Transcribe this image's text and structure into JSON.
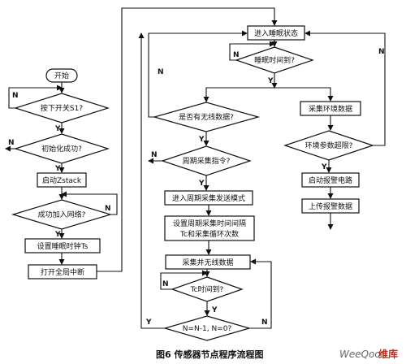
{
  "diagram": {
    "nodes": {
      "start": "开始",
      "press_s1": "按下开关S1?",
      "init_ok": "初始化成功?",
      "start_zstack": "启动Zstack",
      "join_network": "成功加入网络?",
      "set_sleep_clock": "设置睡眠时钟Ts",
      "open_interrupt": "打开全局中断",
      "enter_sleep": "进入睡眠状态",
      "sleep_time_up": "睡眠时间到?",
      "has_wireless_data": "是否有无线数据?",
      "periodic_cmd": "周期采集指令?",
      "enter_periodic_mode": "进入周期采集发送模式",
      "set_period_line1": "设置周期采集时间间隔",
      "set_period_line2": "Tc和采集循环次数",
      "collect_wireless": "采集并无线数据",
      "tc_time_up": "Tc时间到?",
      "n_decrement": "N=N-1, N=0?",
      "collect_env": "采集环境数据",
      "env_over_limit": "环境参数超限?",
      "start_alarm": "启动报警电路",
      "upload_alarm": "上传报警数据"
    },
    "labels": {
      "yes": "Y",
      "no": "N"
    },
    "caption": "图6  传感器节点程序流程图",
    "watermark": {
      "text": "WeeQoo",
      "cn": "维库"
    }
  }
}
